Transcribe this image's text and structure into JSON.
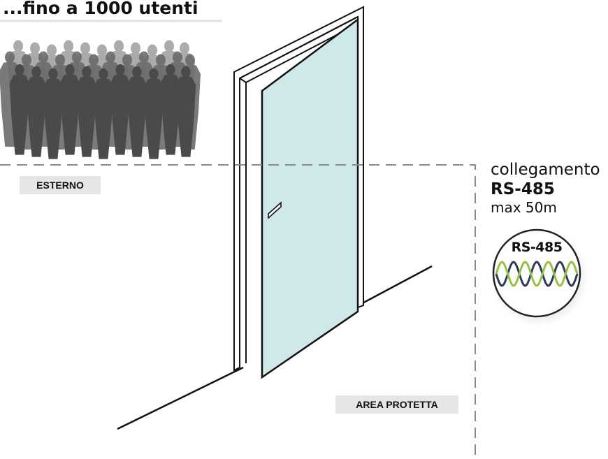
{
  "title": "...fino a 1000 utenti",
  "labels": {
    "esterno": "ESTERNO",
    "area_protetta": "AREA PROTETTA"
  },
  "connection": {
    "line1": "collegamento",
    "line2": "RS-485",
    "line3": "max 50m"
  },
  "badge": {
    "text": "RS-485"
  },
  "colors": {
    "door_glass": "#cfe8ea",
    "people": "#4a4a4a",
    "people_back": "#8f8f8f",
    "dashed_line": "#8a8a8a",
    "label_bg": "#e6e6e6",
    "cable_green": "#8fc53f",
    "cable_navy": "#2f3a5c"
  },
  "icons": {
    "crowd": "crowd-icon",
    "door": "door-icon",
    "cable": "twisted-pair-cable-icon"
  }
}
